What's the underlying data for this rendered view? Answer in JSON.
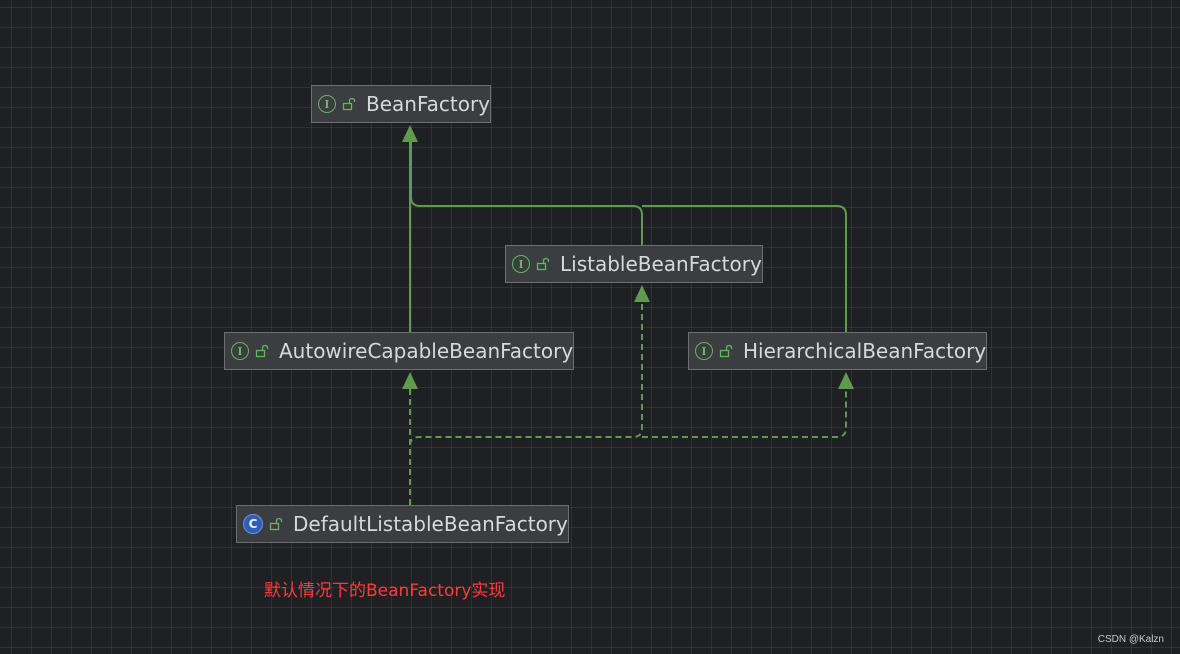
{
  "diagram": {
    "nodes": [
      {
        "id": "bean-factory",
        "label": "BeanFactory",
        "kind": "interface",
        "kind_letter": "I"
      },
      {
        "id": "listable-bean-factory",
        "label": "ListableBeanFactory",
        "kind": "interface",
        "kind_letter": "I"
      },
      {
        "id": "autowire-capable-bean-factory",
        "label": "AutowireCapableBeanFactory",
        "kind": "interface",
        "kind_letter": "I"
      },
      {
        "id": "hierarchical-bean-factory",
        "label": "HierarchicalBeanFactory",
        "kind": "interface",
        "kind_letter": "I"
      },
      {
        "id": "default-listable-bean-factory",
        "label": "DefaultListableBeanFactory",
        "kind": "class",
        "kind_letter": "C"
      }
    ],
    "edges": [
      {
        "from": "listable-bean-factory",
        "to": "bean-factory",
        "style": "solid",
        "relation": "extends"
      },
      {
        "from": "autowire-capable-bean-factory",
        "to": "bean-factory",
        "style": "solid",
        "relation": "extends"
      },
      {
        "from": "hierarchical-bean-factory",
        "to": "bean-factory",
        "style": "solid",
        "relation": "extends"
      },
      {
        "from": "default-listable-bean-factory",
        "to": "listable-bean-factory",
        "style": "dashed",
        "relation": "implements"
      },
      {
        "from": "default-listable-bean-factory",
        "to": "autowire-capable-bean-factory",
        "style": "dashed",
        "relation": "implements"
      },
      {
        "from": "default-listable-bean-factory",
        "to": "hierarchical-bean-factory",
        "style": "dashed",
        "relation": "implements"
      }
    ]
  },
  "caption": "默认情况下的BeanFactory实现",
  "watermark": "CSDN @Kalzn",
  "colors": {
    "background": "#1f2023",
    "node_fill": "#3b3d40",
    "node_border": "#6c6e72",
    "edge": "#5f9a4f",
    "interface_badge": "#5fb85f",
    "class_badge": "#2f5fb5",
    "caption": "#ff3b3b"
  }
}
